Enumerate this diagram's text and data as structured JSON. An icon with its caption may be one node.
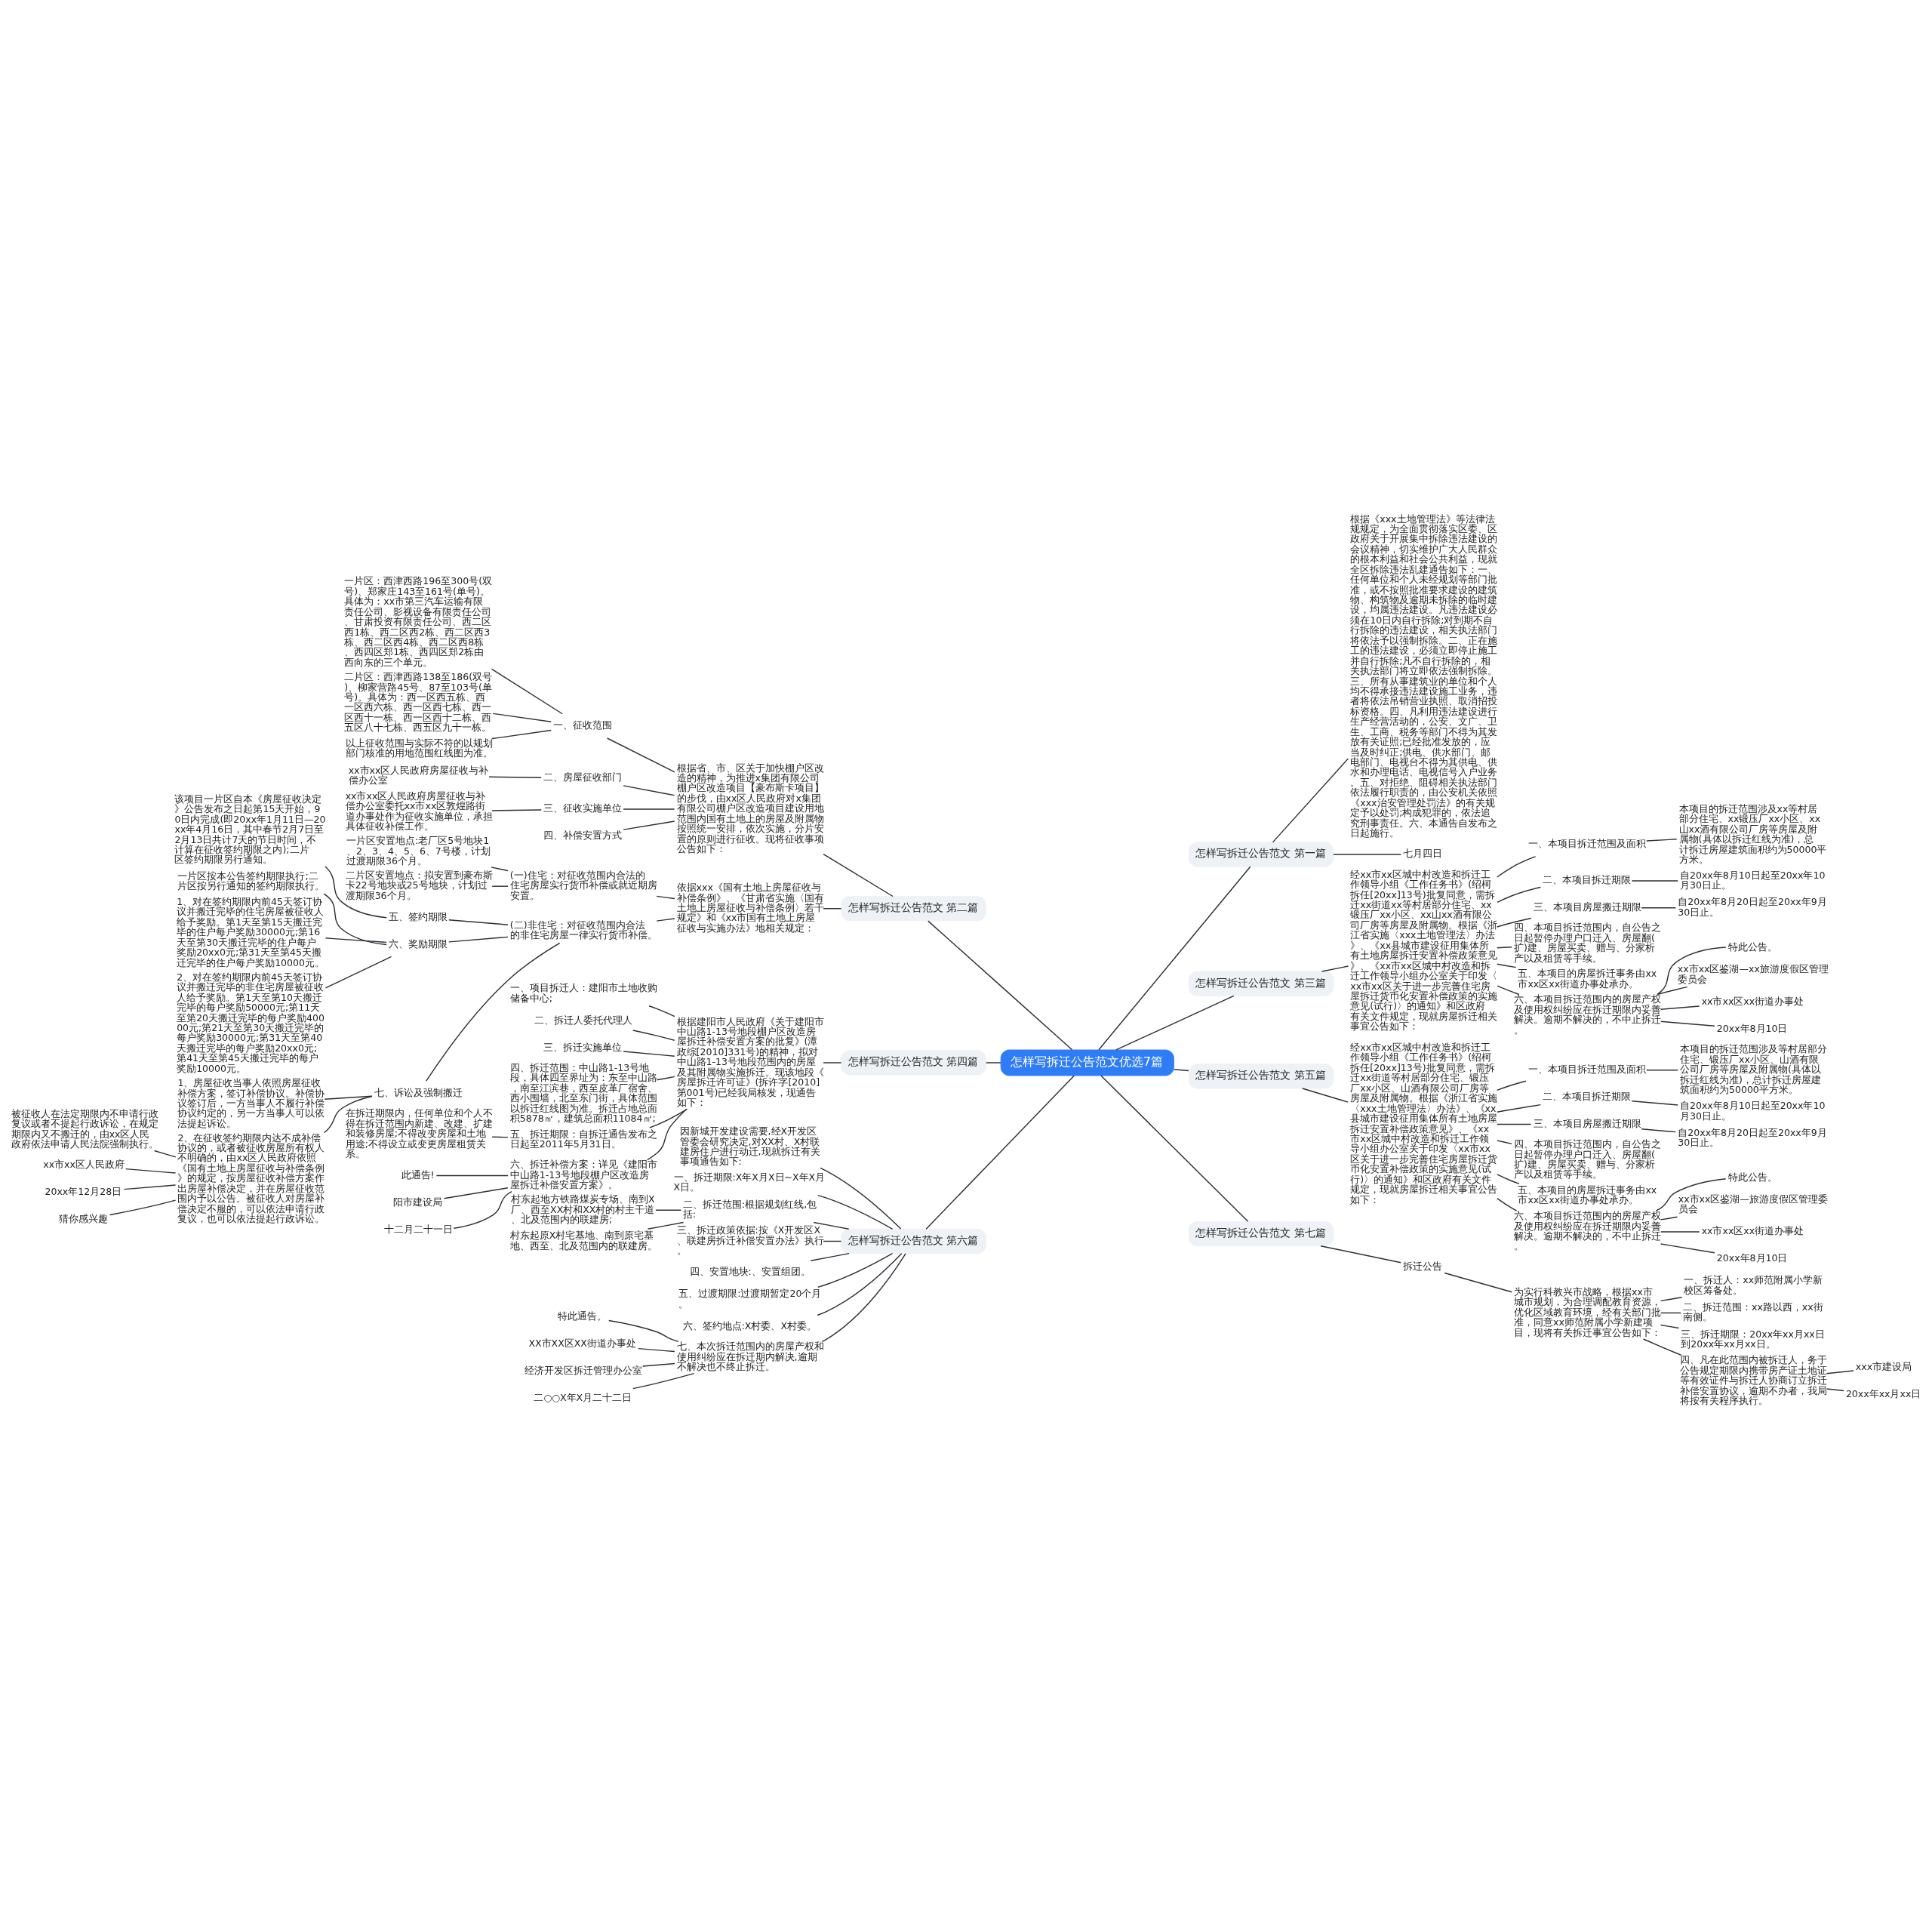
{
  "diagram": {
    "nodes": [
      {
        "text": [
          "怎样写拆迁公告范文优选7篇"
        ]
      },
      {
        "text": [
          "怎样写拆迁公告范文 第二篇"
        ]
      },
      {
        "text": [
          "根据省、市、区关于加快棚户区改造的精神，为推进x集团有限公司棚户区改造项目【豪布斯卡项目】的步伐，由xx区人民政府对x集团有限公司棚户区改造项目建设用地范围内国有土地上的房屋及附属物按照统一安排，依次实施，分片安置的原则进行征收。现将征收事项公告如下："
        ]
      },
      {
        "text": [
          "一、征收范围"
        ]
      },
      {
        "text": [
          "一片区：西津西路196至300号(双号)、郑家庄143至161号(单号)。具体为：xx市第三汽车运输有限责任公司、影视设备有限责任公司、甘肃投资有限责任公司、西二区西1栋、西二区西2栋、西二区西3栋、西二区西4栋、西二区西8栋、西四区郑1栋、西四区郑2栋由西向东的三个单元。"
        ]
      },
      {
        "text": [
          "二片区：西津西路138至186(双号)、柳家营路45号、87至103号(单号)。具体为：西一区西五栋、西一区西六栋、西一区西七栋、西一区西十一栋、西一区西十二栋、西五区八十七栋、西五区九十一栋。"
        ]
      },
      {
        "text": [
          "以上征收范围与实际不符的以规划部门核准的用地范围红线图为准。"
        ]
      },
      {
        "text": [
          "二、房屋征收部门"
        ]
      },
      {
        "text": [
          "xx市xx区人民政府房屋征收与补偿办公室"
        ]
      },
      {
        "text": [
          "三、征收实施单位"
        ]
      },
      {
        "text": [
          "xx市xx区人民政府房屋征收与补偿办公室委托xx市xx区敦煌路街道办事处作为征收实施单位，承担具体征收补偿工作。"
        ]
      },
      {
        "text": [
          "四、补偿安置方式"
        ]
      },
      {
        "text": [
          "依据xxx《国有土地上房屋征收与补偿条例》、《甘肃省实施〈国有土地上房屋征收与补偿条例〉若干规定》和《xx市国有土地上房屋征收与实施办法》地相关规定："
        ]
      },
      {
        "text": [
          "(一)住宅：对征收范围内合法的住宅房屋实行货币补偿或就近期房安置。"
        ]
      },
      {
        "text": [
          "一片区安置地点:老厂区5号地块1、2、3、4、5、6、7号楼，计划过渡期限36个月。"
        ]
      },
      {
        "text": [
          "二片区安置地点：拟安置到豪布斯卡22号地块或25号地块，计划过渡期限36个月。"
        ]
      },
      {
        "text": [
          "(二)非住宅：对征收范围内合法的非住宅房屋一律实行货币补偿。"
        ]
      },
      {
        "text": [
          "五、签约期限"
        ]
      },
      {
        "text": [
          "该项目一片区自本《房屋征收决定》公告发布之日起第15天开始，90日内完成(即20xx年1月11日—20xx年4月16日，其中春节2月7日至2月13日共计7天的节日时间，不计算在征收签约期限之内);二片区签约期限另行通知。"
        ]
      },
      {
        "text": [
          "六、奖励期限"
        ]
      },
      {
        "text": [
          "一片区按本公告签约期限执行;二片区按另行通知的签约期限执行。"
        ]
      },
      {
        "text": [
          "1、对在签约期限内前45天签订协议并搬迁完毕的住宅房屋被征收人给予奖励。第1天至第15天搬迁完毕的住户每户奖励30000元;第16天至第30天搬迁完毕的住户每户奖励20xx0元;第31天至第45天搬迁完毕的住户每户奖励10000元。"
        ]
      },
      {
        "text": [
          "2、对在签约期限内前45天签订协议并搬迁完毕的非住宅房屋被征收人给予奖励。第1天至第10天搬迁完毕的每户奖励50000元;第11天至第20天搬迁完毕的每户奖励40000元;第21天至第30天搬迁完毕的每户奖励30000元;第31天至第40天搬迁完毕的每户奖励20xx0元;第41天至第45天搬迁完毕的每户奖励10000元。"
        ]
      },
      {
        "text": [
          "七、诉讼及强制搬迁"
        ]
      },
      {
        "text": [
          "1、房屋征收当事人依照房屋征收补偿方案，签订补偿协议。补偿协议签订后，一方当事人不履行补偿协议约定的，另一方当事人可以依法提起诉讼。"
        ]
      },
      {
        "text": [
          "2、在征收签约期限内达不成补偿协议的，或者被征收房屋所有权人不明确的，由xx区人民政府依照《国有土地上房屋征收与补偿条例》的规定，按房屋征收补偿方案作出房屋补偿决定，并在房屋征收范围内予以公告。被征收人对房屋补偿决定不服的，可以依法申请行政复议，也可以依法提起行政诉讼。"
        ]
      },
      {
        "text": [
          "被征收人在法定期限内不申请行政复议或者不提起行政诉讼，在规定期限内又不搬迁的，由xx区人民政府依法申请人民法院强制执行。"
        ]
      },
      {
        "text": [
          "xx市xx区人民政府"
        ]
      },
      {
        "text": [
          "20xx年12月28日"
        ]
      },
      {
        "text": [
          "猜你感兴趣"
        ]
      },
      {
        "text": [
          "怎样写拆迁公告范文 第四篇"
        ]
      },
      {
        "text": [
          "根据建阳市人民政府《关于建阳市中山路1-13号地段棚户区改造房屋拆迁补偿安置方案的批复》(潭政综[2010]331号)的精神，拟对中山路1-13号地段范围内的房屋及其附属物实施拆迁。现该地段《房屋拆迁许可证》(拆许字[2010]第001号)已经我局核发，现通告如下："
        ]
      },
      {
        "text": [
          "一、项目拆迁人：建阳市土地收购储备中心;"
        ]
      },
      {
        "text": [
          "二、拆迁人委托代理人"
        ]
      },
      {
        "text": [
          "三、拆迁实施单位"
        ]
      },
      {
        "text": [
          "四、拆迁范围：中山路1-13号地段，具体四至界址为：东至中山路，南至江滨巷，西至皮革厂宿舍、西小围墙，北至东门街，具体范围以拆迁红线图为准。拆迁占地总面积5878㎡，建筑总面积11084㎡;"
        ]
      },
      {
        "text": [
          "五、拆迁期限：自拆迁通告发布之日起至2011年5月31日。"
        ]
      },
      {
        "text": [
          "在拆迁期限内，任何单位和个人不得在拆迁范围内新建、改建、扩建和装修房屋;不得改变房屋和土地用途;不得设立或变更房屋租赁关系。"
        ]
      },
      {
        "text": [
          "六、拆迁补偿方案：详见《建阳市中山路1-13号地段棚户区改造房屋拆迁补偿安置方案》。"
        ]
      },
      {
        "text": [
          "此通告!"
        ]
      },
      {
        "text": [
          "阳市建设局"
        ]
      },
      {
        "text": [
          "十二月二十一日"
        ]
      },
      {
        "text": [
          "怎样写拆迁公告范文 第六篇"
        ]
      },
      {
        "text": [
          "因新城开发建设需要,经X开发区管委会研究决定,对XX村、X村联建房住户进行动迁,现就拆迁有关事项通告如下:"
        ]
      },
      {
        "text": [
          "一、拆迁期限:X年X月X日~X年X月X日。"
        ]
      },
      {
        "text": [
          "二、拆迁范围:根据规划红线,包括:"
        ]
      },
      {
        "text": [
          "村东起地方铁路煤炭专场、南到X厂、西至XX村和XX村的村主干道、北及范围内的联建房;"
        ]
      },
      {
        "text": [
          "村东起原X村宅基地、南到原宅基地、西至、北及范围内的联建房。"
        ]
      },
      {
        "text": [
          "三、拆迁政策依据:按《X开发区X、联建房拆迁补偿安置办法》执行。"
        ]
      },
      {
        "text": [
          "四、安置地块:、安置组团。"
        ]
      },
      {
        "text": [
          "五、过渡期限:过渡期暂定20个月。"
        ]
      },
      {
        "text": [
          "六、签约地点:X村委、X村委。"
        ]
      },
      {
        "text": [
          "七、本次拆迁范围内的房屋产权和使用纠纷应在拆迁期内解决,逾期不解决也不终止拆迁。"
        ]
      },
      {
        "text": [
          "特此通告。"
        ]
      },
      {
        "text": [
          "XX市XX区XX街道办事处"
        ]
      },
      {
        "text": [
          "经济开发区拆迁管理办公室"
        ]
      },
      {
        "text": [
          "二○○X年X月二十二日"
        ]
      },
      {
        "text": [
          "怎样写拆迁公告范文 第一篇"
        ]
      },
      {
        "text": [
          "根据《xxx土地管理法》等法律法规规定，为全面贯彻落实区委、区政府关于开展集中拆除违法建设的会议精神，切实维护广大人民群众的根本利益和社会公共利益，现就全区拆除违法乱建通告如下：一、任何单位和个人未经规划等部门批准，或不按照批准要求建设的建筑物、构筑物及逾期未拆除的临时建设，均属违法建设。凡违法建设必须在10日内自行拆除;对到期不自行拆除的违法建设，相关执法部门将依法予以强制拆除。二、正在施工的违法建设，必须立即停止施工并自行拆除;凡不自行拆除的，相关执法部门将立即依法强制拆除。三、所有从事建筑业的单位和个人均不得承接违法建设施工业务，违者将依法吊销营业执照、取消招投标资格。四、凡利用违法建设进行生产经营活动的，公安、文广、卫生、工商、税务等部门不得为其发放有关证照;已经批准发放的，应当及时纠正;供电、供水部门、邮电部门、电视台不得为其供电、供水和办理电话、电视信号入户业务。五、对拒绝、阻碍相关执法部门依法履行职责的，由公安机关依照《xxx治安管理处罚法》的有关规定予以处罚;构成犯罪的，依法追究刑事责任。六、本通告自发布之日起施行。"
        ]
      },
      {
        "text": [
          "七月四日"
        ]
      },
      {
        "text": [
          "怎样写拆迁公告范文 第三篇"
        ]
      },
      {
        "text": [
          "经xx市xx区城中村改造和拆迁工作领导小组《工作任务书》(绍柯拆任[20xx]13号)批复同意，需拆迁xx街道xx等村居部分住宅、xx锻压厂xx小区、xx山xx酒有限公司厂房等房屋及附属物。根据《浙江省实施〈xxx土地管理法〉办法》、《xx县城市建设征用集体所有土地房屋拆迁安置补偿政策意见》、《xx市xx区城中村改造和拆迁工作领导小组办公室关于印发〈xx市xx区关于进一步完善住宅房屋拆迁货币化安置补偿政策的实施意见(试行)〉的通知》和区政府有关文件规定，现就房屋拆迁相关事宜公告如下："
        ]
      },
      {
        "text": [
          "一、本项目拆迁范围及面积"
        ]
      },
      {
        "text": [
          "本项目的拆迁范围涉及xx等村居部分住宅、xx锻压厂xx小区、xx山xx酒有限公司厂房等房屋及附属物(具体以拆迁红线为准)，总计拆迁房屋建筑面积约为50000平方米。"
        ]
      },
      {
        "text": [
          "二、本项目拆迁期限"
        ]
      },
      {
        "text": [
          "自20xx年8月10日起至20xx年10月30日止。"
        ]
      },
      {
        "text": [
          "三、本项目房屋搬迁期限"
        ]
      },
      {
        "text": [
          "自20xx年8月20日起至20xx年9月30日止。"
        ]
      },
      {
        "text": [
          "四、本项目拆迁范围内，自公告之日起暂停办理户口迁入、房屋翻(扩)建、房屋买卖、赠与、分家析产以及租赁等手续。"
        ]
      },
      {
        "text": [
          "五、本项目的房屋拆迁事务由xx市xx区xx街道办事处承办。"
        ]
      },
      {
        "text": [
          "六、本项目拆迁范围内的房屋产权及使用权纠纷应在拆迁期限内妥善解决。逾期不解决的，不中止拆迁。"
        ]
      },
      {
        "text": [
          "特此公告。"
        ]
      },
      {
        "text": [
          "xx市xx区鉴湖—xx旅游度假区管理委员会"
        ]
      },
      {
        "text": [
          "xx市xx区xx街道办事处"
        ]
      },
      {
        "text": [
          "20xx年8月10日"
        ]
      },
      {
        "text": [
          "怎样写拆迁公告范文 第五篇"
        ]
      },
      {
        "text": [
          "经xx市xx区城中村改造和拆迁工作领导小组《工作任务书》(绍柯拆任[20xx]13号)批复同意，需拆迁xx街道等村居部分住宅、锻压厂xx小区、山酒有限公司厂房等房屋及附属物。根据《浙江省实施〈xxx土地管理法〉办法》、《xx县城市建设征用集体所有土地房屋拆迁安置补偿政策意见》、《xx市xx区城中村改造和拆迁工作领导小组办公室关于印发〈xx市xx区关于进一步完善住宅房屋拆迁货币化安置补偿政策的实施意见(试行)〉的通知》和区政府有关文件规定，现就房屋拆迁相关事宜公告如下："
        ]
      },
      {
        "text": [
          "一、本项目拆迁范围及面积"
        ]
      },
      {
        "text": [
          "本项目的拆迁范围涉及等村居部分住宅、锻压厂xx小区、山酒有限公司厂房等房屋及附属物(具体以拆迁红线为准)，总计拆迁房屋建筑面积约为50000平方米。"
        ]
      },
      {
        "text": [
          "二、本项目拆迁期限"
        ]
      },
      {
        "text": [
          "自20xx年8月10日起至20xx年10月30日止。"
        ]
      },
      {
        "text": [
          "三、本项目房屋搬迁期限"
        ]
      },
      {
        "text": [
          "自20xx年8月20日起至20xx年9月30日止。"
        ]
      },
      {
        "text": [
          "四、本项目拆迁范围内，自公告之日起暂停办理户口迁入、房屋翻(扩)建、房屋买卖、赠与、分家析产以及租赁等手续。"
        ]
      },
      {
        "text": [
          "五、本项目的房屋拆迁事务由xx市xx区xx街道办事处承办。"
        ]
      },
      {
        "text": [
          "六、本项目拆迁范围内的房屋产权及使用权纠纷应在拆迁期限内妥善解决。逾期不解决的，不中止拆迁。"
        ]
      },
      {
        "text": [
          "特此公告。"
        ]
      },
      {
        "text": [
          "xx市xx区鉴湖—旅游度假区管理委员会"
        ]
      },
      {
        "text": [
          "xx市xx区xx街道办事处"
        ]
      },
      {
        "text": [
          "20xx年8月10日"
        ]
      },
      {
        "text": [
          "怎样写拆迁公告范文 第七篇"
        ]
      },
      {
        "text": [
          "拆迁公告"
        ]
      },
      {
        "text": [
          "为实行科教兴市战略，根据xx市城市规划，为合理调配教育资源，优化区域教育环境，经有关部门批准，同意xx师范附属小学新建项目，现将有关拆迁事宜公告如下："
        ]
      },
      {
        "text": [
          "一、拆迁人：xx师范附属小学新校区筹备处。"
        ]
      },
      {
        "text": [
          "二、拆迁范围：xx路以西，xx街南侧。"
        ]
      },
      {
        "text": [
          "三、拆迁期限：20xx年xx月xx日到20xx年xx月xx日。"
        ]
      },
      {
        "text": [
          "四、凡在此范围内被拆迁人，务于公告规定期限内携带房产证土地证等有效证件与拆迁人协商订立拆迁补偿安置协议，逾期不办者，我局将按有关程序执行。"
        ]
      },
      {
        "text": [
          "xxx市建设局"
        ]
      },
      {
        "text": [
          "20xx年xx月xx日"
        ]
      }
    ],
    "edges": [
      {
        "from": 0,
        "to": 1,
        "arrow": "none"
      },
      {
        "from": 1,
        "to": 2,
        "arrow": "none"
      },
      {
        "from": 2,
        "to": 3,
        "arrow": "none"
      },
      {
        "from": 3,
        "to": 4,
        "arrow": "none"
      },
      {
        "from": 3,
        "to": 5,
        "arrow": "none"
      },
      {
        "from": 3,
        "to": 6,
        "arrow": "none"
      },
      {
        "from": 2,
        "to": 7,
        "arrow": "none"
      },
      {
        "from": 7,
        "to": 8,
        "arrow": "none"
      },
      {
        "from": 2,
        "to": 9,
        "arrow": "none"
      },
      {
        "from": 9,
        "to": 10,
        "arrow": "none"
      },
      {
        "from": 2,
        "to": 11,
        "arrow": "none"
      },
      {
        "from": 1,
        "to": 12,
        "arrow": "none"
      },
      {
        "from": 12,
        "to": 13,
        "arrow": "none"
      },
      {
        "from": 13,
        "to": 14,
        "arrow": "none"
      },
      {
        "from": 13,
        "to": 15,
        "arrow": "none"
      },
      {
        "from": 12,
        "to": 16,
        "arrow": "none"
      },
      {
        "from": 16,
        "to": 17,
        "arrow": "none"
      },
      {
        "from": 17,
        "to": 18,
        "arrow": "none"
      },
      {
        "from": 16,
        "to": 19,
        "arrow": "none"
      },
      {
        "from": 19,
        "to": 20,
        "arrow": "none"
      },
      {
        "from": 19,
        "to": 21,
        "arrow": "none"
      },
      {
        "from": 19,
        "to": 22,
        "arrow": "none"
      },
      {
        "from": 16,
        "to": 23,
        "arrow": "none"
      },
      {
        "from": 23,
        "to": 24,
        "arrow": "none"
      },
      {
        "from": 23,
        "to": 25,
        "arrow": "none"
      },
      {
        "from": 25,
        "to": 26,
        "arrow": "none"
      },
      {
        "from": 25,
        "to": 27,
        "arrow": "none"
      },
      {
        "from": 25,
        "to": 28,
        "arrow": "none"
      },
      {
        "from": 25,
        "to": 29,
        "arrow": "none"
      },
      {
        "from": 0,
        "to": 30,
        "arrow": "none"
      },
      {
        "from": 30,
        "to": 31,
        "arrow": "none"
      },
      {
        "from": 31,
        "to": 32,
        "arrow": "none"
      },
      {
        "from": 31,
        "to": 33,
        "arrow": "none"
      },
      {
        "from": 31,
        "to": 34,
        "arrow": "none"
      },
      {
        "from": 31,
        "to": 35,
        "arrow": "none"
      },
      {
        "from": 31,
        "to": 36,
        "arrow": "none"
      },
      {
        "from": 36,
        "to": 37,
        "arrow": "none"
      },
      {
        "from": 31,
        "to": 38,
        "arrow": "none"
      },
      {
        "from": 38,
        "to": 39,
        "arrow": "none"
      },
      {
        "from": 38,
        "to": 40,
        "arrow": "none"
      },
      {
        "from": 38,
        "to": 41,
        "arrow": "none"
      },
      {
        "from": 0,
        "to": 42,
        "arrow": "none"
      },
      {
        "from": 42,
        "to": 43,
        "arrow": "none"
      },
      {
        "from": 42,
        "to": 44,
        "arrow": "none"
      },
      {
        "from": 42,
        "to": 45,
        "arrow": "none"
      },
      {
        "from": 45,
        "to": 46,
        "arrow": "none"
      },
      {
        "from": 45,
        "to": 47,
        "arrow": "none"
      },
      {
        "from": 42,
        "to": 48,
        "arrow": "none"
      },
      {
        "from": 42,
        "to": 49,
        "arrow": "none"
      },
      {
        "from": 42,
        "to": 50,
        "arrow": "none"
      },
      {
        "from": 42,
        "to": 51,
        "arrow": "none"
      },
      {
        "from": 42,
        "to": 52,
        "arrow": "none"
      },
      {
        "from": 52,
        "to": 53,
        "arrow": "none"
      },
      {
        "from": 52,
        "to": 54,
        "arrow": "none"
      },
      {
        "from": 52,
        "to": 55,
        "arrow": "none"
      },
      {
        "from": 52,
        "to": 56,
        "arrow": "none"
      },
      {
        "from": 0,
        "to": 57,
        "arrow": "none"
      },
      {
        "from": 57,
        "to": 58,
        "arrow": "none"
      },
      {
        "from": 57,
        "to": 59,
        "arrow": "none"
      },
      {
        "from": 0,
        "to": 60,
        "arrow": "none"
      },
      {
        "from": 60,
        "to": 61,
        "arrow": "none"
      },
      {
        "from": 61,
        "to": 62,
        "arrow": "none"
      },
      {
        "from": 62,
        "to": 63,
        "arrow": "none"
      },
      {
        "from": 61,
        "to": 64,
        "arrow": "none"
      },
      {
        "from": 64,
        "to": 65,
        "arrow": "none"
      },
      {
        "from": 61,
        "to": 66,
        "arrow": "none"
      },
      {
        "from": 66,
        "to": 67,
        "arrow": "none"
      },
      {
        "from": 61,
        "to": 68,
        "arrow": "none"
      },
      {
        "from": 61,
        "to": 69,
        "arrow": "none"
      },
      {
        "from": 61,
        "to": 70,
        "arrow": "none"
      },
      {
        "from": 70,
        "to": 71,
        "arrow": "none"
      },
      {
        "from": 70,
        "to": 72,
        "arrow": "none"
      },
      {
        "from": 70,
        "to": 73,
        "arrow": "none"
      },
      {
        "from": 70,
        "to": 74,
        "arrow": "none"
      },
      {
        "from": 0,
        "to": 75,
        "arrow": "none"
      },
      {
        "from": 75,
        "to": 76,
        "arrow": "none"
      },
      {
        "from": 76,
        "to": 77,
        "arrow": "none"
      },
      {
        "from": 77,
        "to": 78,
        "arrow": "none"
      },
      {
        "from": 76,
        "to": 79,
        "arrow": "none"
      },
      {
        "from": 79,
        "to": 80,
        "arrow": "none"
      },
      {
        "from": 76,
        "to": 81,
        "arrow": "none"
      },
      {
        "from": 81,
        "to": 82,
        "arrow": "none"
      },
      {
        "from": 76,
        "to": 83,
        "arrow": "none"
      },
      {
        "from": 76,
        "to": 84,
        "arrow": "none"
      },
      {
        "from": 76,
        "to": 85,
        "arrow": "none"
      },
      {
        "from": 85,
        "to": 86,
        "arrow": "none"
      },
      {
        "from": 85,
        "to": 87,
        "arrow": "none"
      },
      {
        "from": 85,
        "to": 88,
        "arrow": "none"
      },
      {
        "from": 85,
        "to": 89,
        "arrow": "none"
      },
      {
        "from": 0,
        "to": 90,
        "arrow": "none"
      },
      {
        "from": 90,
        "to": 91,
        "arrow": "none"
      },
      {
        "from": 91,
        "to": 92,
        "arrow": "none"
      },
      {
        "from": 92,
        "to": 93,
        "arrow": "none"
      },
      {
        "from": 92,
        "to": 94,
        "arrow": "none"
      },
      {
        "from": 92,
        "to": 95,
        "arrow": "none"
      },
      {
        "from": 92,
        "to": 96,
        "arrow": "none"
      },
      {
        "from": 96,
        "to": 97,
        "arrow": "none"
      },
      {
        "from": 96,
        "to": 98,
        "arrow": "none"
      }
    ]
  }
}
